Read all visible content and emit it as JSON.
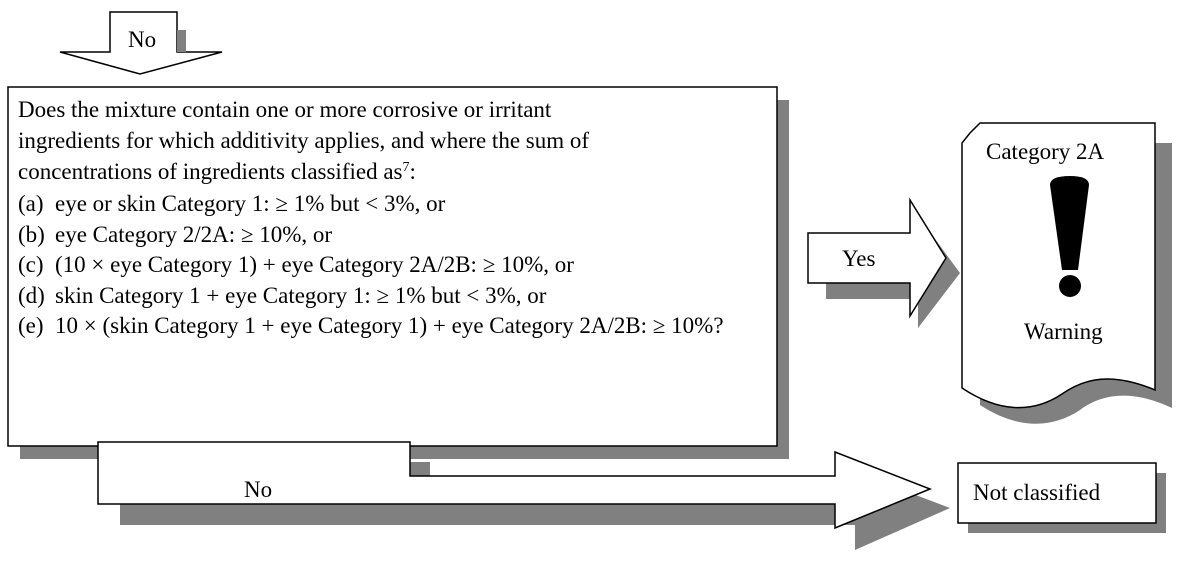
{
  "top_arrow": {
    "label": "No"
  },
  "question": {
    "lines": [
      "Does the mixture contain one or more corrosive or irritant",
      "ingredients for which additivity applies, and where the sum of",
      "concentrations of ingredients classified as"
    ],
    "footnote_mark": "7",
    "tail": ":",
    "criteria": [
      {
        "label": "(a)",
        "text": "eye or skin Category 1: ≥ 1% but < 3%, or"
      },
      {
        "label": "(b)",
        "text": "eye Category 2/2A: ≥ 10%, or"
      },
      {
        "label": "(c)",
        "text": "(10 × eye Category 1) + eye Category 2A/2B: ≥ 10%, or"
      },
      {
        "label": "(d)",
        "text": "skin Category 1 + eye Category 1: ≥ 1% but < 3%, or"
      },
      {
        "label": "(e)",
        "text": "10 × (skin Category 1 + eye Category 1) + eye Category 2A/2B: ≥ 10%?"
      }
    ]
  },
  "yes_arrow": {
    "label": "Yes"
  },
  "result_yes": {
    "category": "Category 2A",
    "signal_word": "Warning",
    "symbol": "exclamation-mark"
  },
  "no_arrow": {
    "label": "No"
  },
  "result_no": {
    "label": "Not classified"
  },
  "colors": {
    "shadow": "#808080",
    "stroke": "#000000",
    "fill": "#ffffff"
  }
}
